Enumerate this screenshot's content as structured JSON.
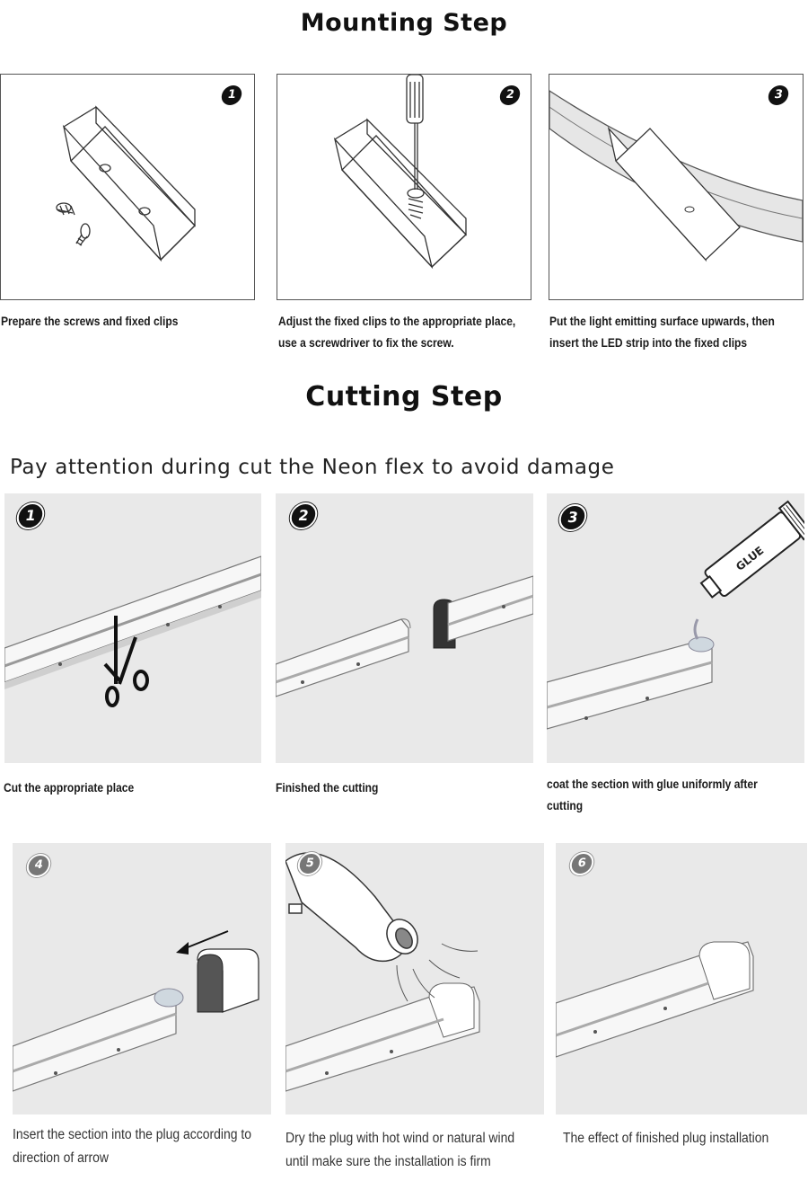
{
  "mounting": {
    "title": "Mounting Step",
    "steps": [
      {
        "num": "1",
        "caption": "Prepare the screws and fixed clips"
      },
      {
        "num": "2",
        "caption": "Adjust the fixed clips to the appropriate place, use a screwdriver to fix the screw."
      },
      {
        "num": "3",
        "caption": "Put the light emitting surface upwards, then insert the LED strip into the fixed clips"
      }
    ]
  },
  "cutting": {
    "title": "Cutting Step",
    "subtitle": "Pay attention during cut the Neon flex to avoid damage",
    "glue_label": "GLUE",
    "steps": [
      {
        "num": "1",
        "caption": "Cut the appropriate place"
      },
      {
        "num": "2",
        "caption": "Finished the cutting"
      },
      {
        "num": "3",
        "caption": "coat the section with glue uniformly after cutting"
      },
      {
        "num": "4",
        "caption": "Insert the section into the plug according to direction of arrow"
      },
      {
        "num": "5",
        "caption": "Dry the plug with hot wind or natural wind until make sure the installation is firm"
      },
      {
        "num": "6",
        "caption": "The effect of finished plug installation"
      }
    ]
  }
}
